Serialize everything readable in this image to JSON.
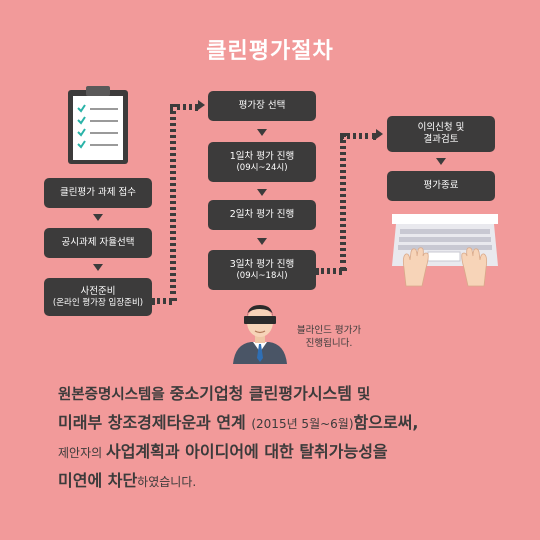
{
  "title": "클린평가절차",
  "steps": {
    "step1": "클린평가 과제 접수",
    "step2": "공시과제 자율선택",
    "step3_line1": "사전준비",
    "step3_line2": "(온라인 평가장 입장준비)",
    "step4": "평가장 선택",
    "step5_line1": "1일차 평가 진행",
    "step5_line2": "(09시~24시)",
    "step6": "2일차 평가 진행",
    "step7_line1": "3일차 평가 진행",
    "step7_line2": "(09시~18시)",
    "step8_line1": "이의신청 및",
    "step8_line2": "결과검토",
    "step9": "평가종료"
  },
  "blind_caption_line1": "블라인드 평가가",
  "blind_caption_line2": "진행됩니다.",
  "description": {
    "l1_a": "원본증명시스템을 ",
    "l1_b": "중소기업청 클린평가시스템",
    "l1_c": " 및",
    "l2_a": "미래부 창조경제타운과 연계 ",
    "l2_b": "(2015년 5월~6월)",
    "l2_c": "함으로써,",
    "l3_a": "제안자의 ",
    "l3_b": "사업계획과 아이디어에 대한 탈취가능성을",
    "l4_a": "미연에 차단",
    "l4_b": "하였습니다."
  },
  "colors": {
    "background": "#f29a9a",
    "box": "#3c3b3b",
    "text_light": "#ffffff"
  },
  "icons": [
    "clipboard-checklist-icon",
    "blindfolded-person-icon",
    "laptop-typing-icon"
  ]
}
